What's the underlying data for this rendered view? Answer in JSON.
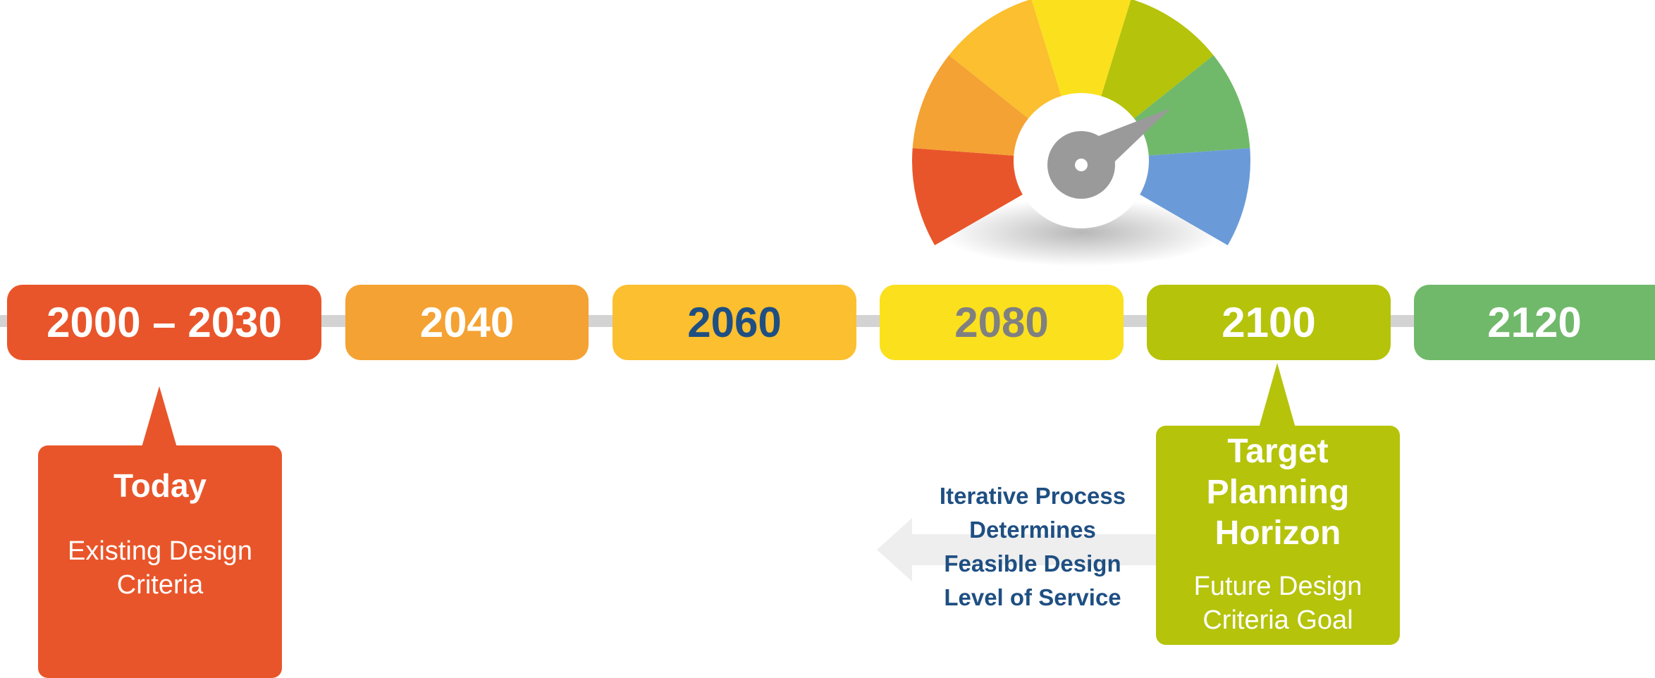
{
  "timeline": {
    "years": [
      {
        "label": "2000 – 2030",
        "color": "#e9552a",
        "text_color": "#ffffff"
      },
      {
        "label": "2040",
        "color": "#f4a233",
        "text_color": "#ffffff"
      },
      {
        "label": "2060",
        "color": "#fbbf2f",
        "text_color": "#1f4f82"
      },
      {
        "label": "2080",
        "color": "#fbe01d",
        "text_color": "#808080"
      },
      {
        "label": "2100",
        "color": "#b5c30b",
        "text_color": "#ffffff"
      },
      {
        "label": "2120",
        "color": "#70b96a",
        "text_color": "#ffffff"
      }
    ],
    "rail_color": "#d3d3d3"
  },
  "today_callout": {
    "title": "Today",
    "subtitle_line1": "Existing Design",
    "subtitle_line2": "Criteria",
    "color": "#e9552a"
  },
  "target_callout": {
    "title_line1": "Target",
    "title_line2": "Planning",
    "title_line3": "Horizon",
    "subtitle_line1": "Future Design",
    "subtitle_line2": "Criteria Goal",
    "color": "#b5c30b"
  },
  "iterative_note": {
    "line1": "Iterative Process",
    "line2": "Determines",
    "line3": "Feasible Design",
    "line4": "Level of Service",
    "color": "#1f4f82"
  },
  "gauge": {
    "segment_colors": [
      "#e9552a",
      "#f4a233",
      "#fbbf2f",
      "#fbe01d",
      "#b5c30b",
      "#70b96a",
      "#6a9bd8"
    ],
    "needle_color": "#9a9a9a",
    "needle_fraction": 0.74
  }
}
